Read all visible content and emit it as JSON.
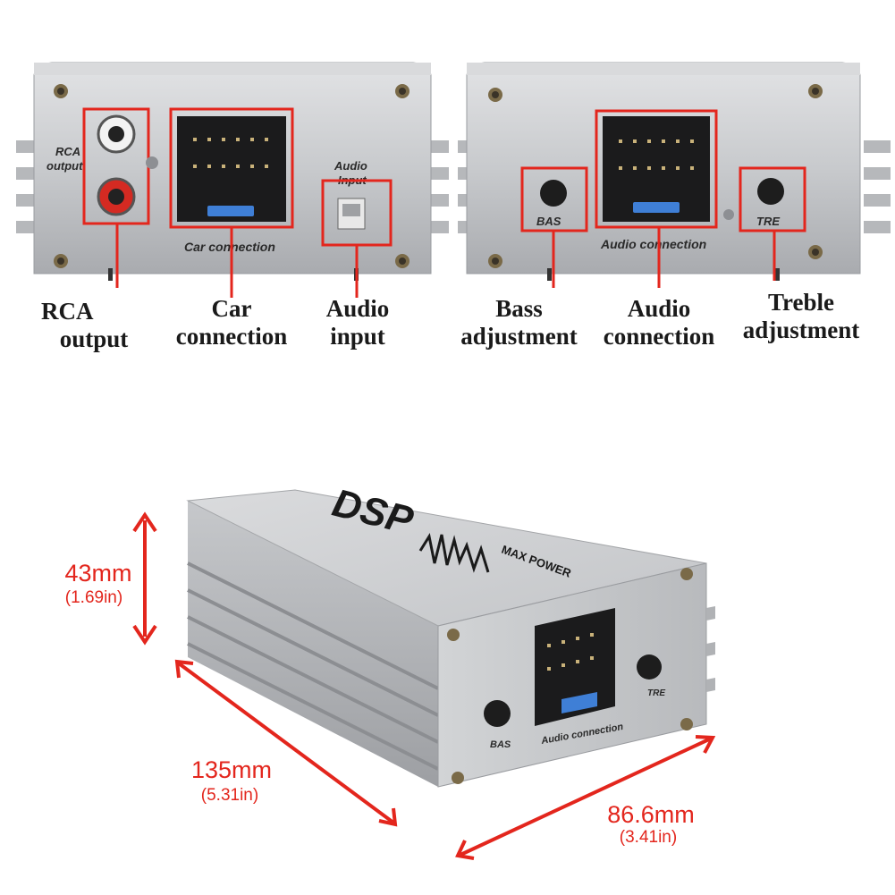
{
  "front_panel": {
    "silk_rca": "RCA",
    "silk_output": "output",
    "silk_audio": "Audio",
    "silk_input": "Input",
    "silk_car_connection": "Car connection"
  },
  "rear_panel": {
    "silk_bas": "BAS",
    "silk_tre": "TRE",
    "silk_audio_connection": "Audio connection"
  },
  "callouts": {
    "rca_output": [
      "RCA",
      "output"
    ],
    "car_connection": [
      "Car",
      "connection"
    ],
    "audio_input": [
      "Audio",
      "input"
    ],
    "bass_adjustment": [
      "Bass",
      "adjustment"
    ],
    "audio_connection": [
      "Audio",
      "connection"
    ],
    "treble_adjustment": [
      "Treble",
      "adjustment"
    ]
  },
  "device_3d": {
    "logo": "DSP",
    "max_power": "MAX POWER",
    "bas": "BAS",
    "tre": "TRE",
    "audio_connection": "Audio connection"
  },
  "dimensions": {
    "height_mm": "43mm",
    "height_in": "(1.69in)",
    "length_mm": "135mm",
    "length_in": "(5.31in)",
    "width_mm": "86.6mm",
    "width_in": "(3.41in)"
  },
  "colors": {
    "highlight": "#e3261d",
    "aluminum": "#c9cbce",
    "text": "#1a1a1a"
  }
}
